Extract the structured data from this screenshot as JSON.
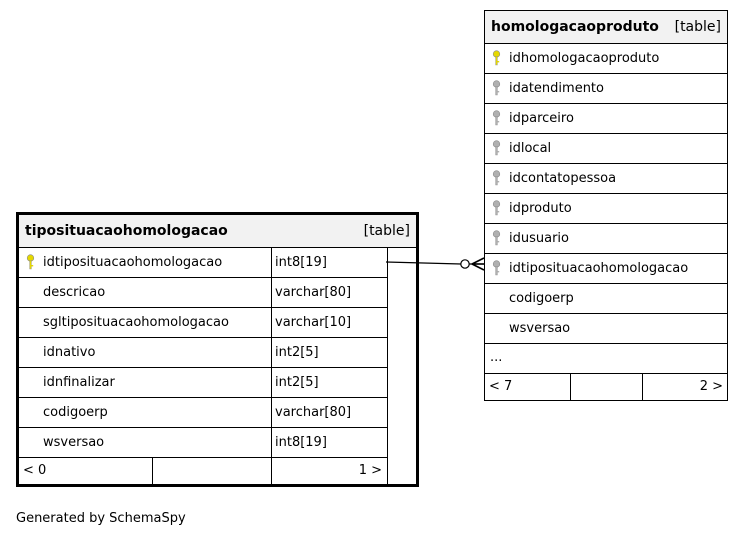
{
  "caption": "Generated by SchemaSpy",
  "tables": {
    "homologacaoproduto": {
      "name": "homologacaoproduto",
      "type": "[table]",
      "columns": [
        {
          "name": "idhomologacaoproduto",
          "key": "primary"
        },
        {
          "name": "idatendimento",
          "key": "foreign"
        },
        {
          "name": "idparceiro",
          "key": "foreign"
        },
        {
          "name": "idlocal",
          "key": "foreign"
        },
        {
          "name": "idcontatopessoa",
          "key": "foreign"
        },
        {
          "name": "idproduto",
          "key": "foreign"
        },
        {
          "name": "idusuario",
          "key": "foreign"
        },
        {
          "name": "idtiposituacaohomologacao",
          "key": "foreign"
        },
        {
          "name": "codigoerp",
          "key": "none"
        },
        {
          "name": "wsversao",
          "key": "none"
        }
      ],
      "more": "...",
      "footer_left": "< 7",
      "footer_right": "2 >"
    },
    "tiposituacaohomologacao": {
      "name": "tiposituacaohomologacao",
      "type": "[table]",
      "columns": [
        {
          "name": "idtiposituacaohomologacao",
          "datatype": "int8[19]",
          "key": "primary"
        },
        {
          "name": "descricao",
          "datatype": "varchar[80]",
          "key": "none"
        },
        {
          "name": "sgltiposituacaohomologacao",
          "datatype": "varchar[10]",
          "key": "none"
        },
        {
          "name": "idnativo",
          "datatype": "int2[5]",
          "key": "none"
        },
        {
          "name": "idnfinalizar",
          "datatype": "int2[5]",
          "key": "none"
        },
        {
          "name": "codigoerp",
          "datatype": "varchar[80]",
          "key": "none"
        },
        {
          "name": "wsversao",
          "datatype": "int8[19]",
          "key": "none"
        }
      ],
      "footer_left": "< 0",
      "footer_right": "1 >"
    }
  },
  "colors": {
    "primary_key": "#e5d800",
    "foreign_key": "#b0b0b0",
    "header_bg": "#f2f2f2"
  }
}
